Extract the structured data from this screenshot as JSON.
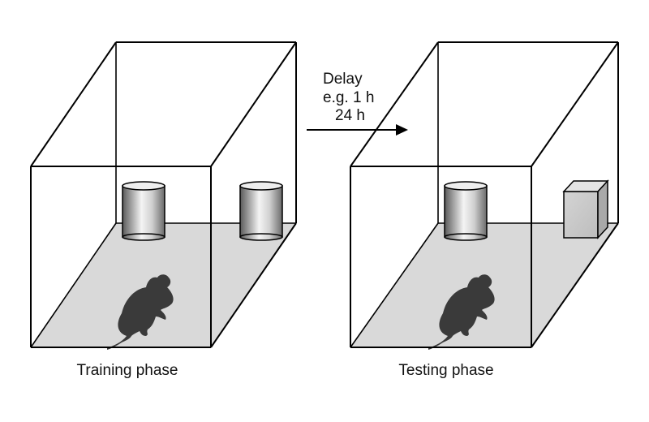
{
  "panels": [
    {
      "caption": "Training phase",
      "objects": [
        "cylinder",
        "cylinder"
      ]
    },
    {
      "caption": "Testing phase",
      "objects": [
        "cylinder",
        "cube"
      ]
    }
  ],
  "delay": {
    "line1": "Delay",
    "line2": "e.g. 1 h",
    "line3": "24 h"
  },
  "colors": {
    "floor": "#d9d9d9",
    "outline": "#000000",
    "mouse": "#3a3a3a",
    "cube_face": "#c8c8c8"
  }
}
